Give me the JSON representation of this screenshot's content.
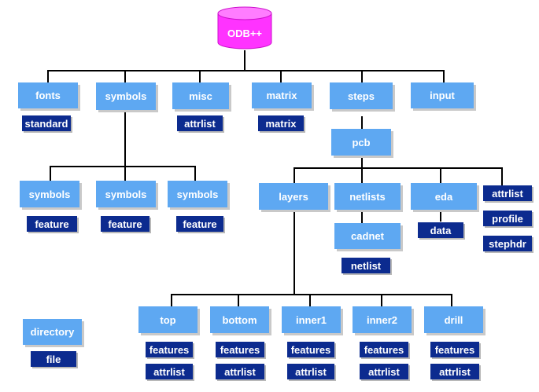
{
  "root": {
    "label": "ODB++",
    "color": "#ff33ff"
  },
  "colors": {
    "directory": "#5ea8f2",
    "file": "#0c2b8f",
    "connector": "#000000"
  },
  "top_dirs": {
    "fonts": {
      "label": "fonts",
      "file": "standard"
    },
    "symbols": {
      "label": "symbols"
    },
    "misc": {
      "label": "misc",
      "file": "attrlist"
    },
    "matrix": {
      "label": "matrix",
      "file": "matrix"
    },
    "steps": {
      "label": "steps"
    },
    "input": {
      "label": "input"
    }
  },
  "symbols_children": [
    {
      "label": "symbols",
      "file": "feature"
    },
    {
      "label": "symbols",
      "file": "feature"
    },
    {
      "label": "symbols",
      "file": "feature"
    }
  ],
  "pcb": {
    "label": "pcb",
    "layers": "layers",
    "netlists": "netlists",
    "cadnet": "cadnet",
    "cadnet_file": "netlist",
    "eda": "eda",
    "eda_file": "data",
    "files": [
      "attrlist",
      "profile",
      "stephdr"
    ]
  },
  "layer_children": [
    {
      "label": "top",
      "files": [
        "features",
        "attrlist"
      ]
    },
    {
      "label": "bottom",
      "files": [
        "features",
        "attrlist"
      ]
    },
    {
      "label": "inner1",
      "files": [
        "features",
        "attrlist"
      ]
    },
    {
      "label": "inner2",
      "files": [
        "features",
        "attrlist"
      ]
    },
    {
      "label": "drill",
      "files": [
        "features",
        "attrlist"
      ]
    }
  ],
  "legend": {
    "directory": "directory",
    "file": "file"
  }
}
